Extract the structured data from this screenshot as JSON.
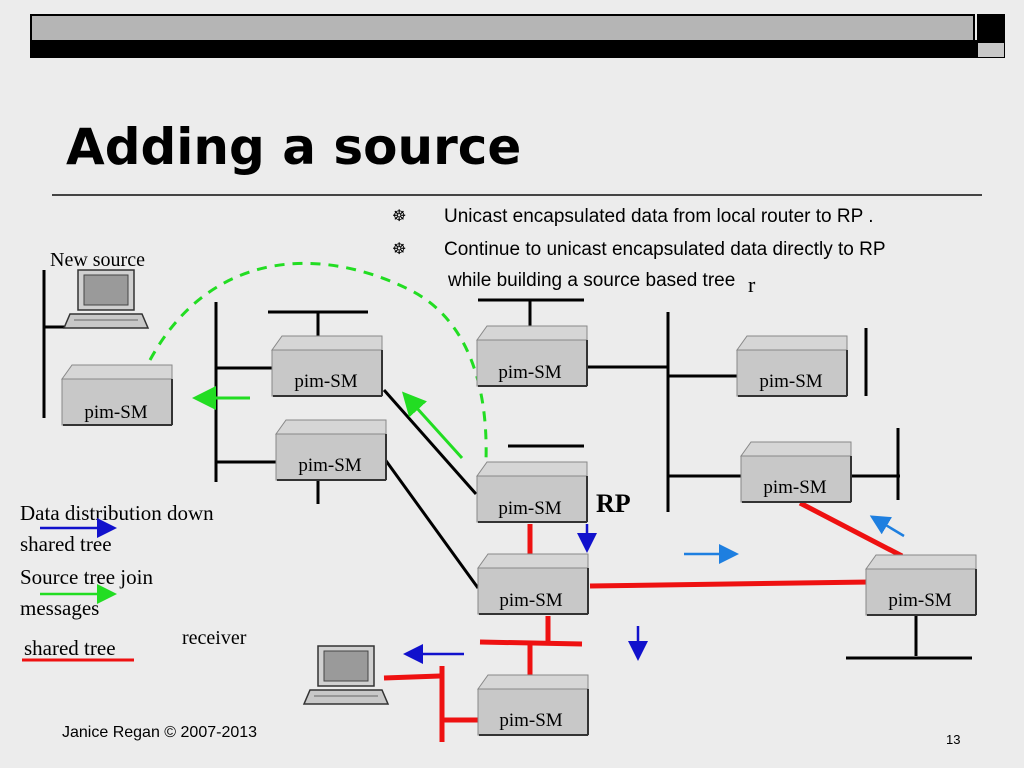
{
  "title": "Adding a source",
  "bullets": [
    {
      "icon": "wheel-bullet-icon",
      "text": "Unicast  encapsulated data from local router to RP  ."
    },
    {
      "icon": "wheel-bullet-icon",
      "text": "Continue to unicast encapsulated data directly to RP"
    }
  ],
  "bullet_continuation": "while building a source based tree",
  "stray_glyph": "r",
  "labels": {
    "new_source": "New source",
    "rp": "RP",
    "receiver": "receiver"
  },
  "router_label": "pim-SM",
  "legend": {
    "data_distribution": "Data distribution down shared tree",
    "data_distribution_line1": "Data distribution down",
    "data_distribution_line2": "shared tree",
    "source_tree": "Source tree join messages",
    "source_tree_line1": "Source tree join",
    "source_tree_line2": "messages",
    "shared_tree": "shared tree"
  },
  "colors": {
    "shared_tree": "#ee1111",
    "source_tree_join": "#22dd22",
    "data_distribution": "#1111cc",
    "data_flow_light": "#1e7fe0",
    "register_path": "#22dd22",
    "router_fill": "#c8c8c8"
  },
  "footer": {
    "credit": "Janice Regan © 2007-2013",
    "page": "13"
  }
}
